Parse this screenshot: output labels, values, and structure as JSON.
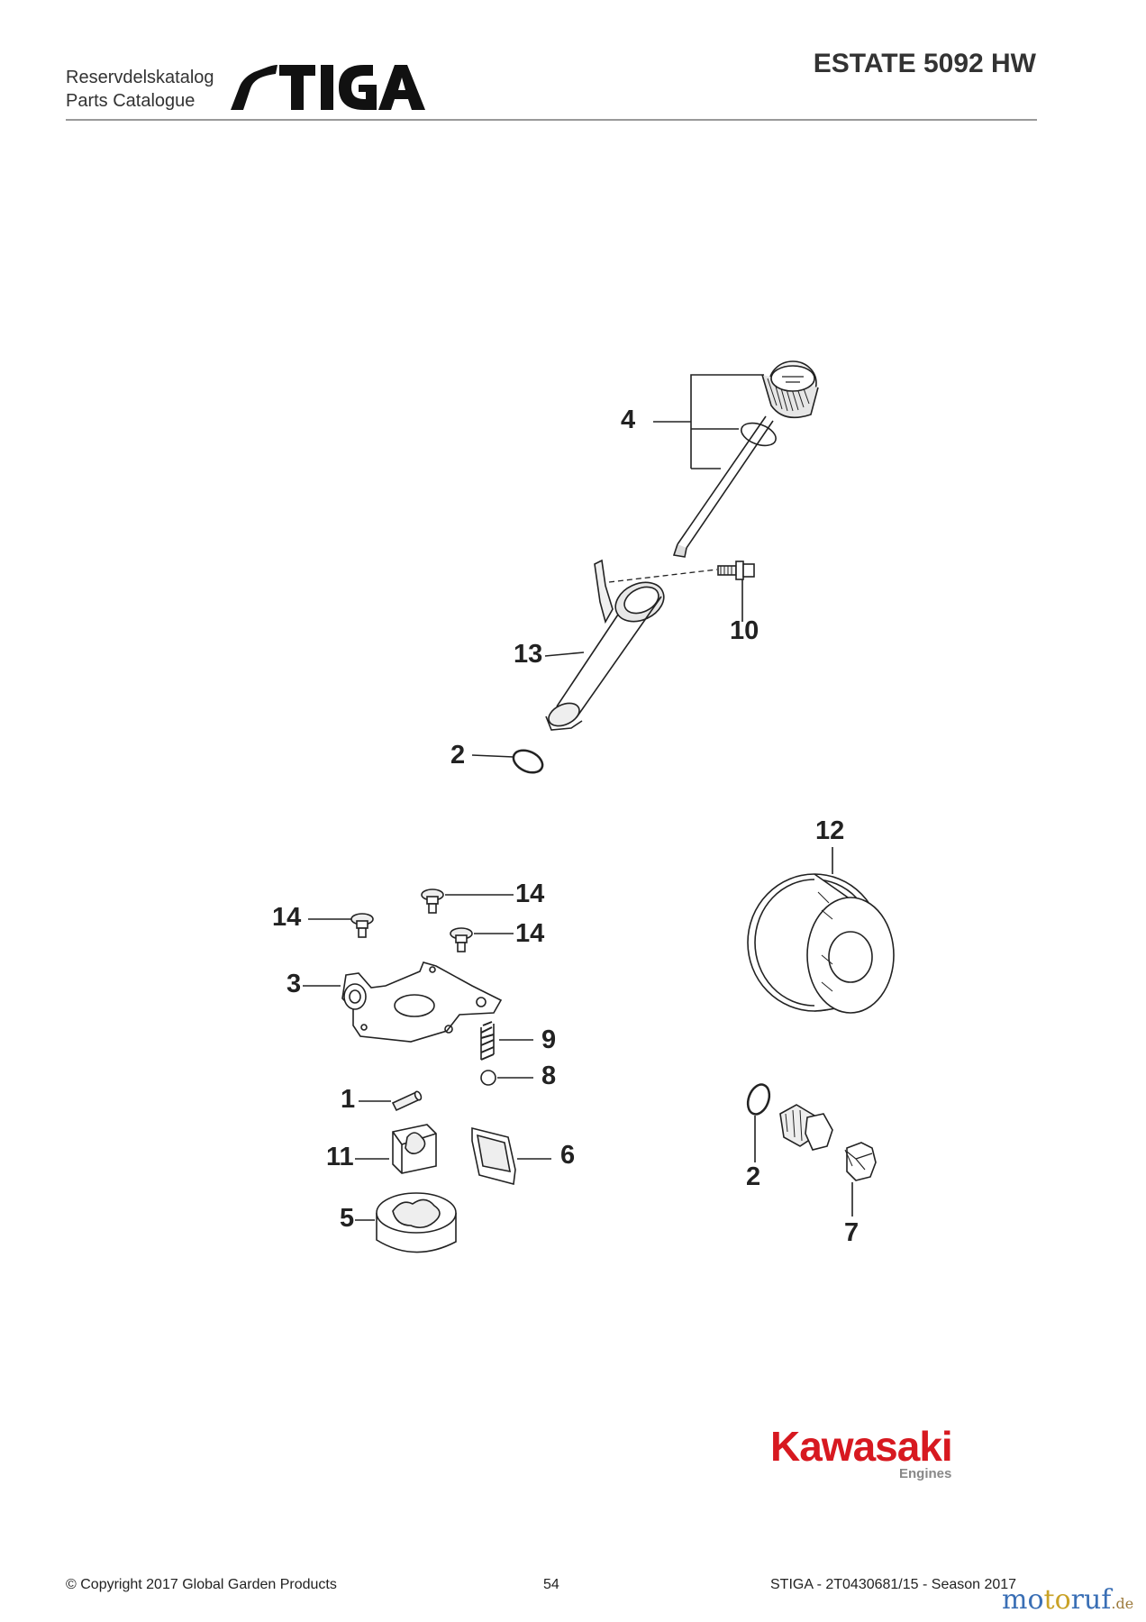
{
  "header": {
    "catalog_sv": "Reservdelskatalog",
    "catalog_en": "Parts Catalogue",
    "brand": "STIGA",
    "model": "ESTATE 5092 HW"
  },
  "callouts": [
    {
      "id": "c4",
      "label": "4"
    },
    {
      "id": "c10",
      "label": "10"
    },
    {
      "id": "c13",
      "label": "13"
    },
    {
      "id": "c2a",
      "label": "2"
    },
    {
      "id": "c12",
      "label": "12"
    },
    {
      "id": "c14a",
      "label": "14"
    },
    {
      "id": "c14b",
      "label": "14"
    },
    {
      "id": "c14c",
      "label": "14"
    },
    {
      "id": "c3",
      "label": "3"
    },
    {
      "id": "c9",
      "label": "9"
    },
    {
      "id": "c8",
      "label": "8"
    },
    {
      "id": "c1",
      "label": "1"
    },
    {
      "id": "c11",
      "label": "11"
    },
    {
      "id": "c6",
      "label": "6"
    },
    {
      "id": "c5",
      "label": "5"
    },
    {
      "id": "c2b",
      "label": "2"
    },
    {
      "id": "c7",
      "label": "7"
    }
  ],
  "engine_brand": {
    "name": "Kawasaki",
    "sub": "Engines",
    "color": "#d71920"
  },
  "footer": {
    "copyright": "© Copyright 2017 Global Garden Products",
    "page": "54",
    "doc_ref": "STIGA - 2T0430681/15 - Season 2017"
  },
  "watermark": {
    "text": "motoruf",
    "tld": ".de"
  }
}
